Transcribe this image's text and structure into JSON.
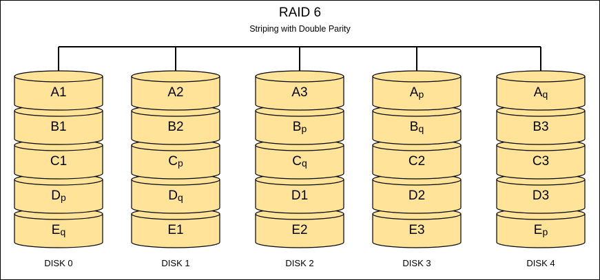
{
  "title": "RAID 6",
  "subtitle": "Striping with Double Parity",
  "colors": {
    "block_fill": "#FFE399",
    "stroke": "#000000"
  },
  "disks": [
    {
      "label": "DISK 0",
      "blocks": [
        {
          "base": "A",
          "sub": "1"
        },
        {
          "base": "B",
          "sub": "1"
        },
        {
          "base": "C",
          "sub": "1"
        },
        {
          "base": "D",
          "sub": "p"
        },
        {
          "base": "E",
          "sub": "q"
        }
      ]
    },
    {
      "label": "DISK 1",
      "blocks": [
        {
          "base": "A",
          "sub": "2"
        },
        {
          "base": "B",
          "sub": "2"
        },
        {
          "base": "C",
          "sub": "p"
        },
        {
          "base": "D",
          "sub": "q"
        },
        {
          "base": "E",
          "sub": "1"
        }
      ]
    },
    {
      "label": "DISK 2",
      "blocks": [
        {
          "base": "A",
          "sub": "3"
        },
        {
          "base": "B",
          "sub": "p"
        },
        {
          "base": "C",
          "sub": "q"
        },
        {
          "base": "D",
          "sub": "1"
        },
        {
          "base": "E",
          "sub": "2"
        }
      ]
    },
    {
      "label": "DISK 3",
      "blocks": [
        {
          "base": "A",
          "sub": "p"
        },
        {
          "base": "B",
          "sub": "q"
        },
        {
          "base": "C",
          "sub": "2"
        },
        {
          "base": "D",
          "sub": "2"
        },
        {
          "base": "E",
          "sub": "3"
        }
      ]
    },
    {
      "label": "DISK 4",
      "blocks": [
        {
          "base": "A",
          "sub": "q"
        },
        {
          "base": "B",
          "sub": "3"
        },
        {
          "base": "C",
          "sub": "3"
        },
        {
          "base": "D",
          "sub": "3"
        },
        {
          "base": "E",
          "sub": "p"
        }
      ]
    }
  ]
}
